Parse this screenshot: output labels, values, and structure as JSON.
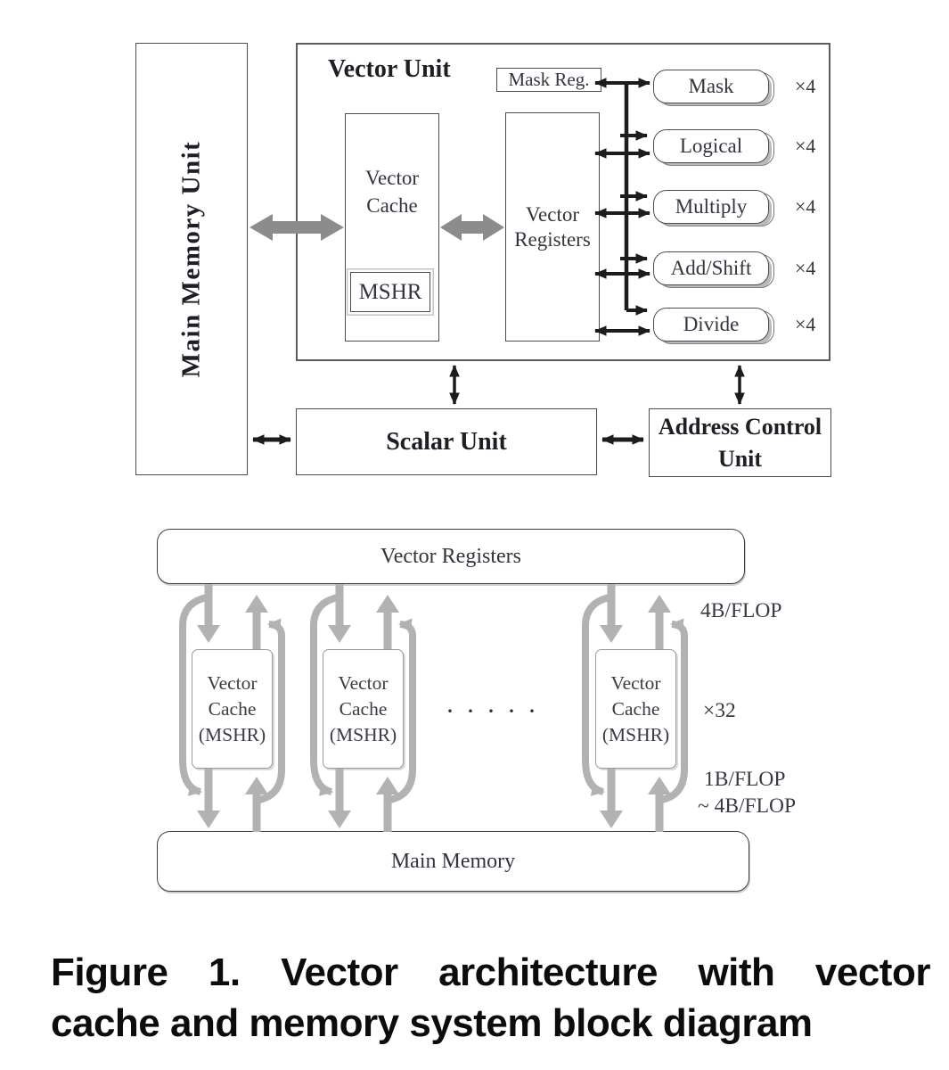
{
  "top_diagram": {
    "main_memory_unit": "Main Memory Unit",
    "vector_unit": {
      "title": "Vector Unit",
      "vector_cache": {
        "line1": "Vector",
        "line2": "Cache"
      },
      "mshr": "MSHR",
      "vector_registers": {
        "line1": "Vector",
        "line2": "Registers"
      },
      "mask_reg": "Mask Reg.",
      "functional_units": [
        {
          "label": "Mask",
          "multiplier": "×4"
        },
        {
          "label": "Logical",
          "multiplier": "×4"
        },
        {
          "label": "Multiply",
          "multiplier": "×4"
        },
        {
          "label": "Add/Shift",
          "multiplier": "×4"
        },
        {
          "label": "Divide",
          "multiplier": "×4"
        }
      ]
    },
    "scalar_unit": "Scalar Unit",
    "address_control_unit": {
      "line1": "Address Control",
      "line2": "Unit"
    }
  },
  "bottom_diagram": {
    "vector_registers": "Vector Registers",
    "caches": [
      {
        "line1": "Vector",
        "line2": "Cache",
        "line3": "(MSHR)"
      },
      {
        "line1": "Vector",
        "line2": "Cache",
        "line3": "(MSHR)"
      },
      {
        "line1": "Vector",
        "line2": "Cache",
        "line3": "(MSHR)"
      }
    ],
    "ellipsis": "·····",
    "main_memory": "Main Memory",
    "annotations": {
      "top_bandwidth": "4B/FLOP",
      "multiplier": "×32",
      "bottom_bandwidth_1": "1B/FLOP",
      "bottom_bandwidth_2": "~ 4B/FLOP"
    }
  },
  "caption": {
    "line1_words": [
      "Figure",
      "1.",
      "Vector",
      "architecture",
      "with",
      "vector"
    ],
    "line2": "cache and memory system block diagram"
  },
  "colors": {
    "black_arrow": "#1c1c1c",
    "gray_arrow_dark": "#8c8c8c",
    "gray_arrow_light": "#b2b2b2",
    "box_border": "#4c4c52",
    "text": "#34343e"
  }
}
